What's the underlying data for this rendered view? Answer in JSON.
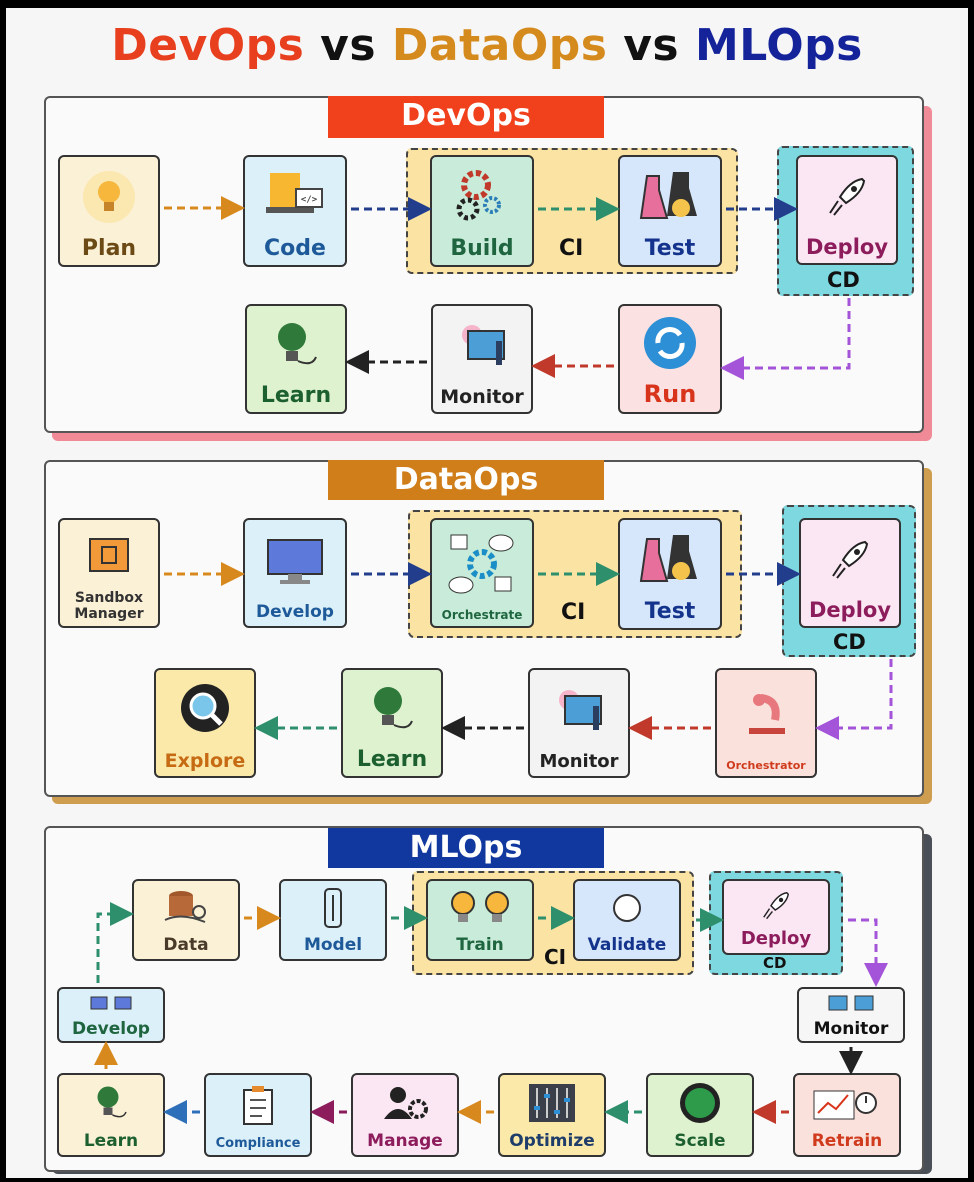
{
  "title": {
    "part1": "DevOps",
    "vs1": "vs",
    "part2": "DataOps",
    "vs2": "vs",
    "part3": "MLOps"
  },
  "colors": {
    "devops": "#f0401c",
    "dataops": "#d07e1a",
    "mlops": "#11389e"
  },
  "devops": {
    "banner": "DevOps",
    "plan": "Plan",
    "code": "Code",
    "build": "Build",
    "test": "Test",
    "ci": "CI",
    "deploy": "Deploy",
    "cd": "CD",
    "run": "Run",
    "monitor": "Monitor",
    "learn": "Learn"
  },
  "dataops": {
    "banner": "DataOps",
    "sandbox": "Sandbox Manager",
    "develop": "Develop",
    "orchestrate": "Orchestrate",
    "test": "Test",
    "ci": "CI",
    "deploy": "Deploy",
    "cd": "CD",
    "orchestrator": "Orchestrator",
    "monitor": "Monitor",
    "learn": "Learn",
    "explore": "Explore"
  },
  "mlops": {
    "banner": "MLOps",
    "data": "Data",
    "model": "Model",
    "train": "Train",
    "validate": "Validate",
    "ci": "CI",
    "deploy": "Deploy",
    "cd": "CD",
    "monitor": "Monitor",
    "retrain": "Retrain",
    "scale": "Scale",
    "optimize": "Optimize",
    "manage": "Manage",
    "compliance": "Compliance",
    "learn": "Learn",
    "develop": "Develop"
  }
}
